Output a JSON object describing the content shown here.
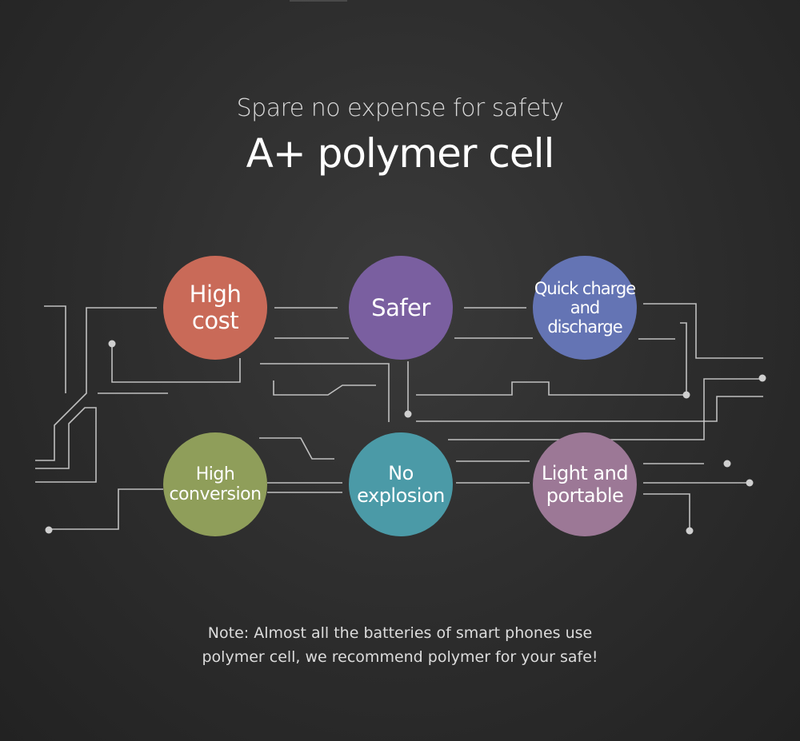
{
  "header": {
    "subtitle": "Spare no expense for safety",
    "title": "A+ polymer cell"
  },
  "features": {
    "high_cost": [
      "High",
      "cost"
    ],
    "safer": [
      "Safer"
    ],
    "quick_charge": [
      "Quick charge",
      "and",
      "discharge"
    ],
    "high_conversion": [
      "High",
      "conversion"
    ],
    "no_explosion": [
      "No",
      "explosion"
    ],
    "light_portable": [
      "Light and",
      "portable"
    ]
  },
  "colors": {
    "high_cost": "#c96a58",
    "safer": "#7a5fa0",
    "quick_charge": "#6474b4",
    "high_conversion": "#8f9e5a",
    "no_explosion": "#4b9aa7",
    "light_portable": "#9c7896",
    "background": "#2c2c2c"
  },
  "note": {
    "line1": "Note: Almost all the batteries of smart phones use",
    "line2": "polymer cell, we recommend polymer for your safe!"
  }
}
